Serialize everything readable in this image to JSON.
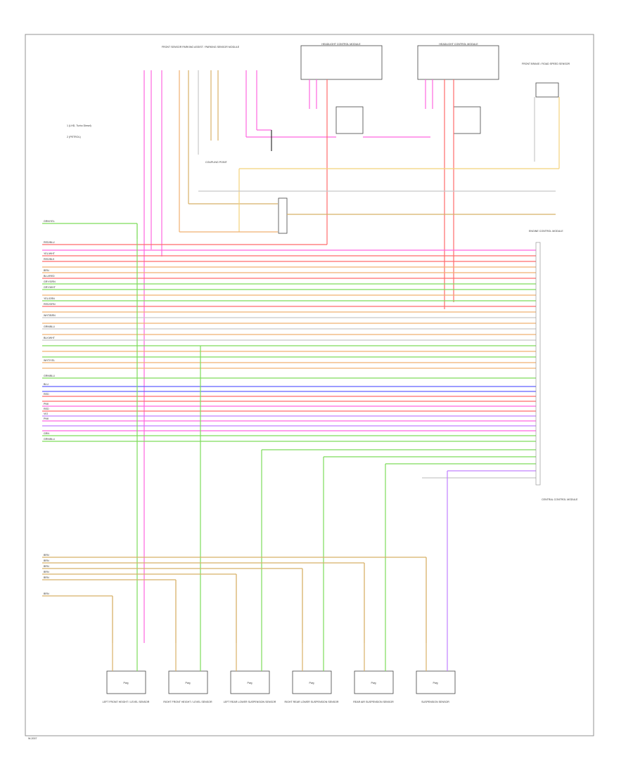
{
  "title": "",
  "legend": {
    "line1": "1   (LHD, Turbo Diesel)",
    "line2": "2   (PETROL)"
  },
  "top_modules": {
    "module_a": {
      "label": "FRONT SENSOR PARKING ASSIST / PARKING SENSOR MODULE"
    },
    "module_b": {
      "label": "HEADLIGHT CONTROL MODULE"
    },
    "module_c": {
      "label": "HEADLIGHT CONTROL MODULE"
    },
    "module_d": {
      "label": "FRONT BRAKE / ROAD SPEED SENSOR"
    },
    "connector_block": {
      "label": "COUPLING POINT"
    }
  },
  "right_modules": {
    "ecm": {
      "label": "ENGINE CONTROL MODULE"
    },
    "central": {
      "label": "CENTRAL CONTROL MODULE"
    }
  },
  "wire_labels": {
    "l_row01": "GRN/YEL",
    "l_row02": "RED/BLU",
    "l_row03": "YEL/WHT",
    "l_row04": "RED/BLK",
    "l_row05": "BRN",
    "l_row06": "BLU/RED",
    "l_row07": "GRY/GRN",
    "l_row08": "GRY/WHT",
    "l_row09": "YEL/GRN",
    "l_row10": "RED/GRN",
    "l_row11": "WHT/BRN",
    "l_row12": "GRN/BLU",
    "l_row13": "BLK/WHT",
    "l_row14": "WHT/YEL",
    "l_row15": "GRN/BLU",
    "l_row16": "BLU",
    "l_row17": "RED",
    "l_row18": "PNK",
    "l_row19": "RED",
    "l_row20": "VIO",
    "l_row21": "PNK",
    "l_row22": "GRN",
    "l_row23": "GRN/BLU",
    "b_row1": "BRN",
    "b_row2": "BRN",
    "b_row3": "BRN",
    "b_row4": "BRN",
    "b_row5": "BRN",
    "b_row6": "BRN"
  },
  "bottom_sensors": [
    {
      "badge": "Pwg",
      "label": "LEFT FRONT HEIGHT / LEVEL SENSOR"
    },
    {
      "badge": "Pwg",
      "label": "RIGHT FRONT HEIGHT / LEVEL SENSOR"
    },
    {
      "badge": "Pwg",
      "label": "LEFT REAR LOWER SUSPENSION SENSOR"
    },
    {
      "badge": "Pwg",
      "label": "RIGHT REAR LOWER SUSPENSION SENSOR"
    },
    {
      "badge": "Pwg",
      "label": "REAR AIR SUSPENSION SENSOR"
    },
    {
      "badge": "Pwg",
      "label": "SUSPENSION SENSOR"
    }
  ],
  "footer": {
    "code": "W-2007"
  },
  "colors": {
    "green": "#7ddc5a",
    "red": "#ff6b6b",
    "orange": "#f0b070",
    "pink": "#ff66e0",
    "blue": "#6060ff",
    "violet": "#c080ff",
    "gray": "#c8c8c8",
    "yellow": "#f2d27a",
    "tan": "#d8b068"
  }
}
